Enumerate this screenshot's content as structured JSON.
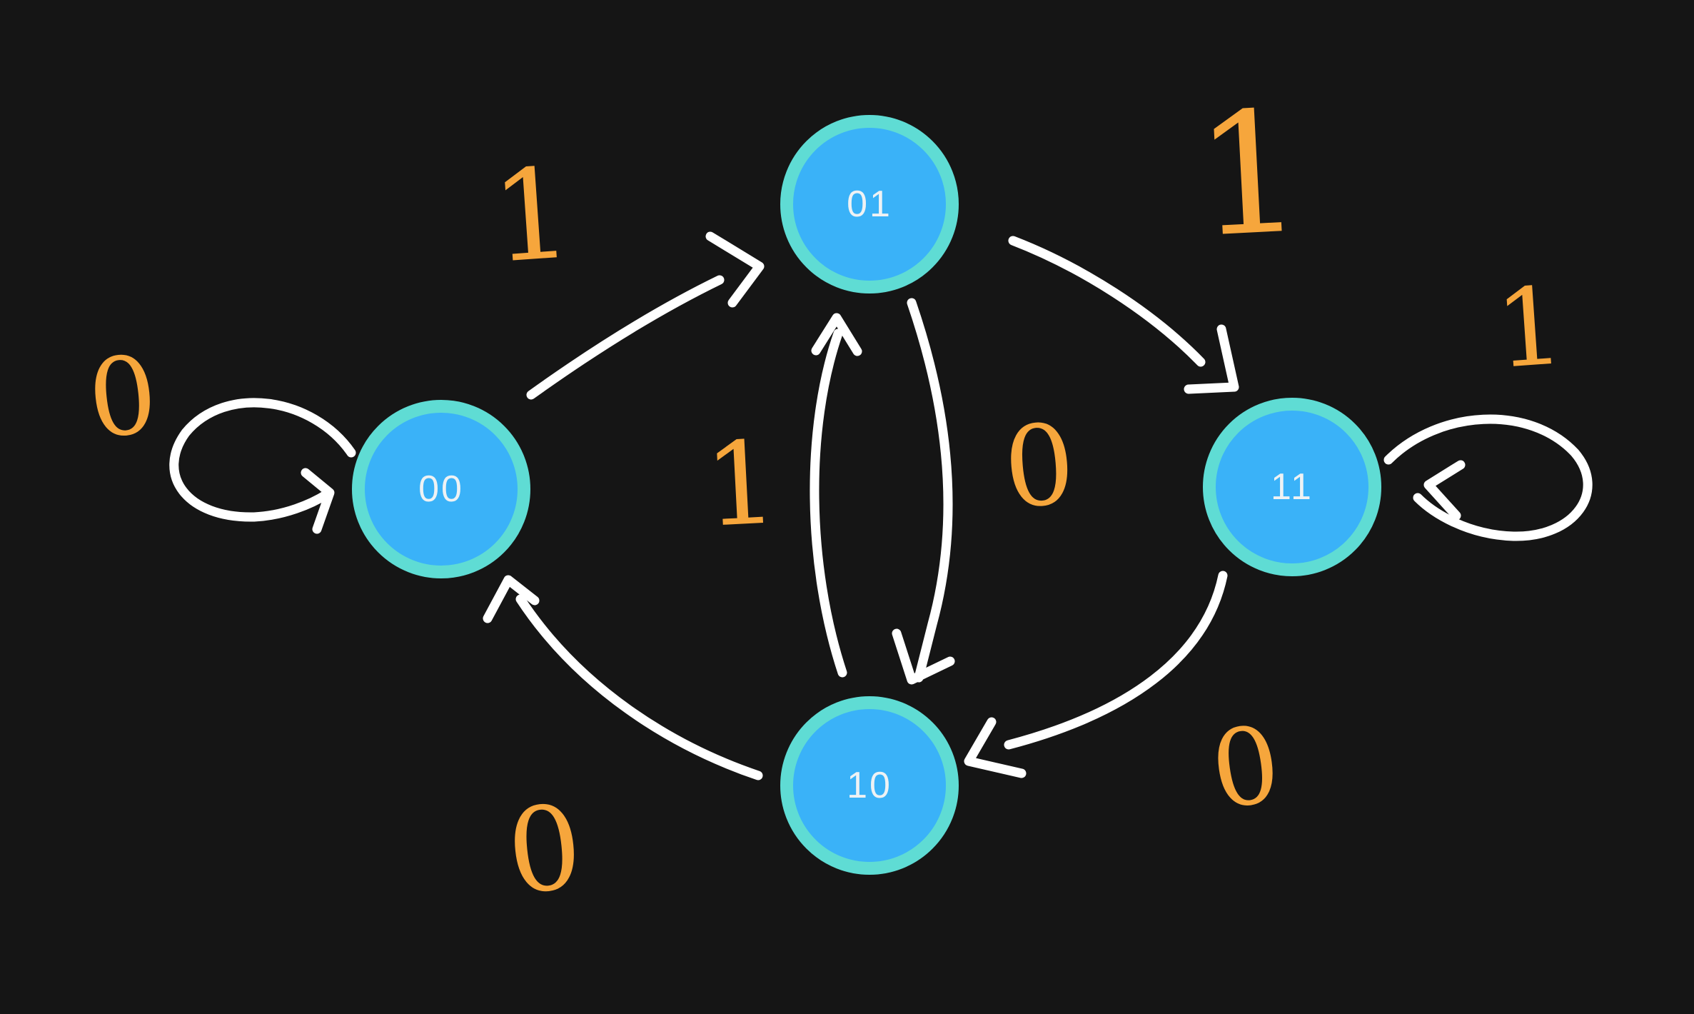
{
  "colors": {
    "background": "#151515",
    "node_fill": "#3ab2f8",
    "node_ring": "#5fdcd4",
    "node_label": "#eef2f4",
    "arrow": "#ffffff",
    "edge_label": "#f6a63c"
  },
  "diagram": {
    "kind": "hand-drawn finite state machine on dark canvas",
    "state_count": 4,
    "edge_count": 8
  },
  "nodes": [
    {
      "id": "00",
      "label": "00"
    },
    {
      "id": "01",
      "label": "01"
    },
    {
      "id": "10",
      "label": "10"
    },
    {
      "id": "11",
      "label": "11"
    }
  ],
  "edges": [
    {
      "from": "00",
      "to": "00",
      "label": "0",
      "kind": "self-loop"
    },
    {
      "from": "00",
      "to": "01",
      "label": "1",
      "kind": "arc"
    },
    {
      "from": "01",
      "to": "11",
      "label": "1",
      "kind": "arc"
    },
    {
      "from": "11",
      "to": "11",
      "label": "1",
      "kind": "self-loop"
    },
    {
      "from": "10",
      "to": "01",
      "label": "1",
      "kind": "arc"
    },
    {
      "from": "01",
      "to": "10",
      "label": "0",
      "kind": "arc"
    },
    {
      "from": "11",
      "to": "10",
      "label": "0",
      "kind": "arc"
    },
    {
      "from": "10",
      "to": "00",
      "label": "0",
      "kind": "arc"
    }
  ]
}
